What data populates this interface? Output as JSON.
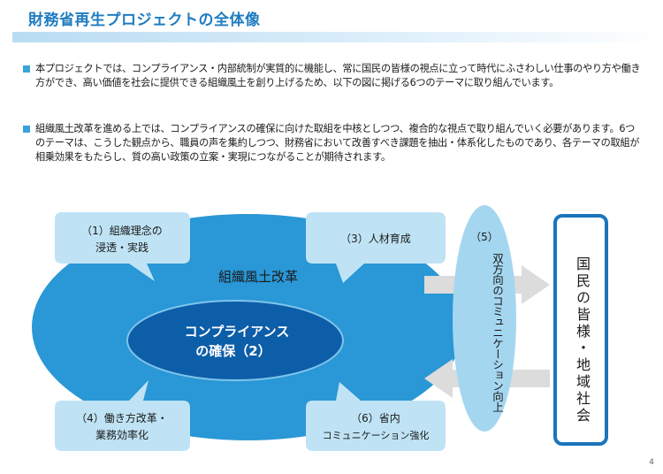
{
  "title": "財務省再生プロジェクトの全体像",
  "bullets": [
    "本プロジェクトでは、コンプライアンス・内部統制が実質的に機能し、常に国民の皆様の視点に立って時代にふさわしい仕事のやり方や働き方ができ、高い価値を社会に提供できる組織風土を創り上げるため、以下の図に掲げる6つのテーマに取り組んでいます。",
    "組織風土改革を進める上では、コンプライアンスの確保に向けた取組を中核としつつ、複合的な視点で取り組んでいく必要があります。6つのテーマは、こうした観点から、職員の声を集約しつつ、財務省において改善すべき課題を抽出・体系化したものであり、各テーマの取組が相乗効果をもたらし、質の高い政策の立案・実現につながることが期待されます。"
  ],
  "diagram": {
    "big_ellipse_label": "組織風土改革",
    "core_line1": "コンプライアンス",
    "core_line2": "の確保（2）",
    "theme1_line1": "（1）組織理念の",
    "theme1_line2": "浸透・実践",
    "theme3": "（3）人材育成",
    "theme4_line1": "（4）働き方改革・",
    "theme4_line2": "業務効率化",
    "theme6_line1": "（6）省内",
    "theme6_line2": "コミュニケーション強化",
    "theme5_num": "（5）",
    "theme5_text": "双方向のコミュニケーション向上",
    "public_box": "国民の皆様・地域社会"
  },
  "colors": {
    "accent": "#1e7cc0",
    "big_ellipse": "#2a97d6",
    "core_ellipse": "#0d5ea8",
    "callout": "#bfe3f5",
    "tall_ellipse": "#a5d6ef",
    "arrow": "#dcdcdc",
    "box_border": "#1b75bc"
  },
  "page_number": "4"
}
